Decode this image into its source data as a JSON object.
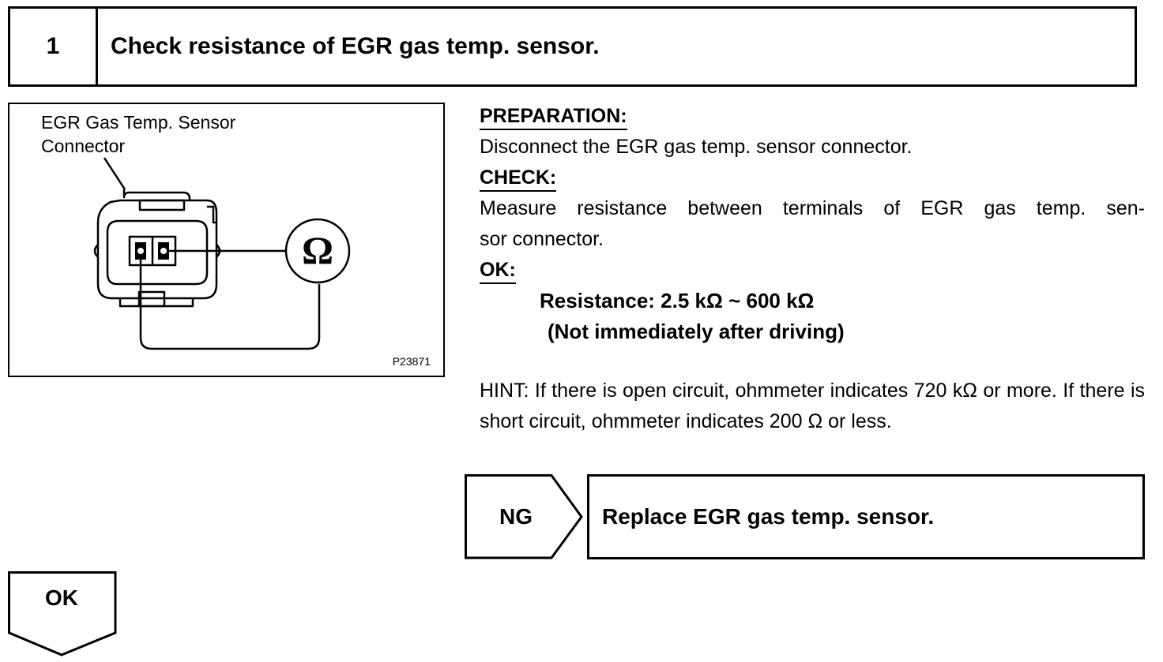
{
  "step": {
    "number": "1",
    "title": "Check resistance of EGR gas temp. sensor."
  },
  "diagram": {
    "label_line1": "EGR Gas Temp. Sensor",
    "label_line2": "Connector",
    "meter_symbol": "Ω",
    "figure_id": "P23871"
  },
  "content": {
    "preparation_heading": "PREPARATION:",
    "preparation_text": "Disconnect the EGR gas temp. sensor connector.",
    "check_heading": "CHECK:",
    "check_text_line1": "Measure resistance between terminals of EGR gas temp. sen-",
    "check_text_line2": "sor connector.",
    "ok_heading": "OK:",
    "spec_line1": "Resistance:  2.5 kΩ ~ 600 kΩ",
    "spec_line2": "(Not immediately after driving)",
    "hint_text": "HINT: If there is open circuit, ohmmeter indicates 720 kΩ or more. If there is short circuit, ohmmeter indicates 200 Ω or less."
  },
  "ng": {
    "label": "NG",
    "action": "Replace EGR gas temp. sensor."
  },
  "ok": {
    "label": "OK"
  }
}
